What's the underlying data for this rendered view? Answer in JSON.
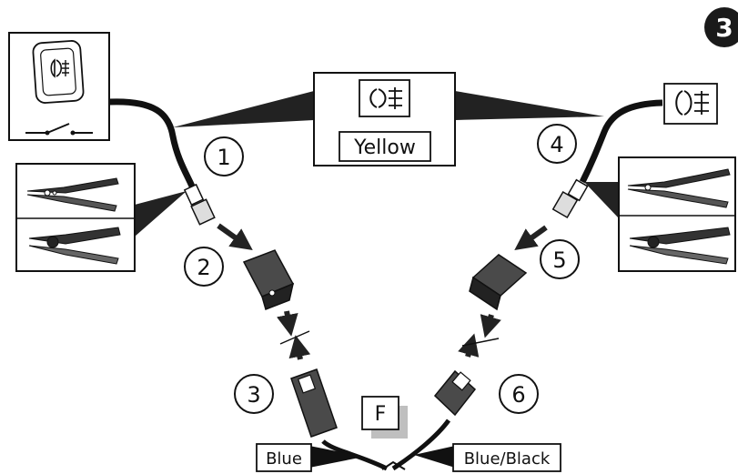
{
  "page_badge": "3",
  "center_label": {
    "icon": "fog-light-icon",
    "text": "Yellow"
  },
  "right_label": {
    "icon": "fog-light-icon"
  },
  "switch_box": {
    "icon": "fog-light-switch-icon"
  },
  "steps": [
    "1",
    "2",
    "3",
    "4",
    "5",
    "6"
  ],
  "fuse_label": "F",
  "wire_labels": {
    "left": "Blue",
    "right": "Blue/Black"
  },
  "colors": {
    "wire": "#111111",
    "connector": "#4a4a4a",
    "connector_dark": "#222222",
    "tag_shadow": "#bfbfbf",
    "badge": "#1a1a1a"
  }
}
